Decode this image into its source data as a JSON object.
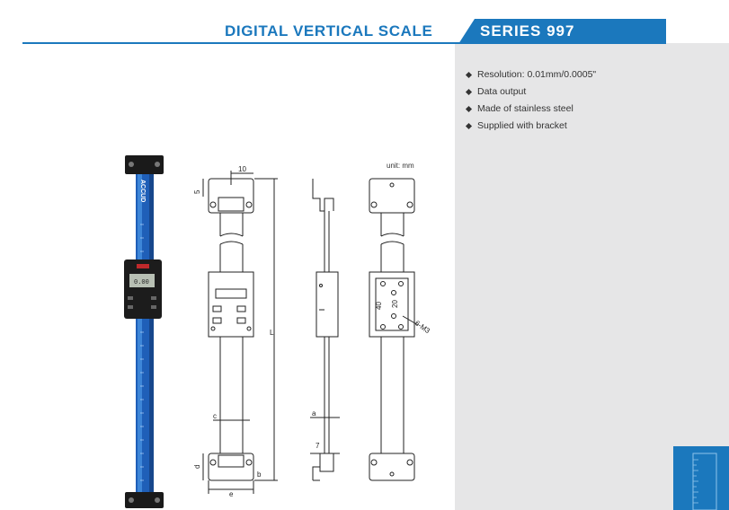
{
  "header": {
    "title": "DIGITAL VERTICAL SCALE",
    "series": "SERIES 997",
    "accent_color": "#1b78bd"
  },
  "features": [
    "Resolution: 0.01mm/0.0005\"",
    "Data output",
    "Made of stainless steel",
    "Supplied with bracket"
  ],
  "drawing": {
    "unit_label": "unit: mm",
    "dim_10": "10",
    "dim_5": "5",
    "dim_L": "L",
    "dim_c": "c",
    "dim_d": "d",
    "dim_b": "b",
    "dim_e": "e",
    "dim_a": "a",
    "dim_7": "7",
    "dim_40": "40",
    "dim_20": "20",
    "dim_6m3": "6-M3"
  },
  "product": {
    "brand": "ACCUD",
    "display_value": "0.00"
  }
}
